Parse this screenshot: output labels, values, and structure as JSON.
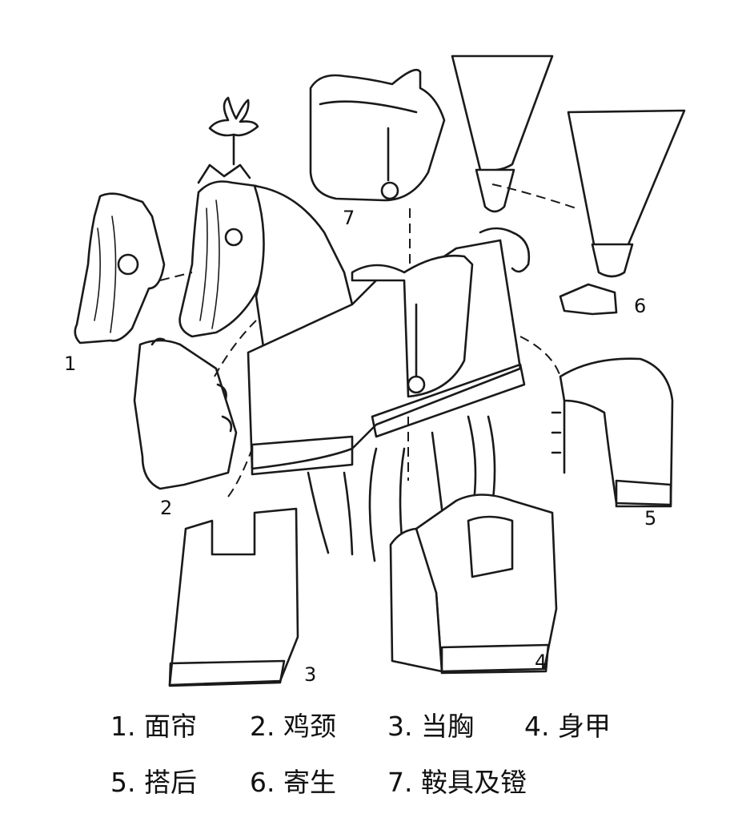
{
  "callouts": {
    "c1": "1",
    "c2": "2",
    "c3": "3",
    "c4": "4",
    "c5": "5",
    "c6": "6",
    "c7": "7"
  },
  "legend": [
    {
      "num": "1.",
      "label": "面帘"
    },
    {
      "num": "2.",
      "label": "鸡颈"
    },
    {
      "num": "3.",
      "label": "当胸"
    },
    {
      "num": "4.",
      "label": "身甲"
    },
    {
      "num": "5.",
      "label": "搭后"
    },
    {
      "num": "6.",
      "label": "寄生"
    },
    {
      "num": "7.",
      "label": "鞍具及镫"
    }
  ],
  "colors": {
    "ink": "#1a1a1a",
    "background": "#ffffff"
  }
}
